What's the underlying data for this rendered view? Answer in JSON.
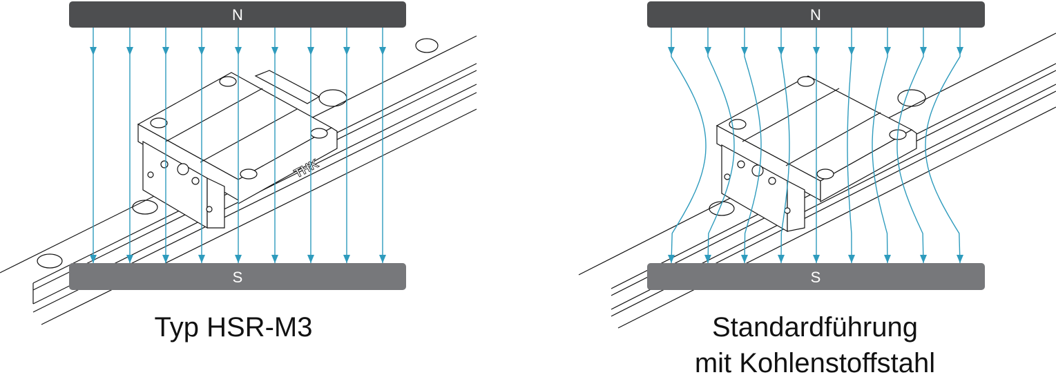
{
  "panels": [
    {
      "north_label": "N",
      "south_label": "S",
      "caption_lines": [
        "Typ HSR-M3"
      ],
      "block_brand": "THK",
      "field": "straight"
    },
    {
      "north_label": "N",
      "south_label": "S",
      "caption_lines": [
        "Standardführung",
        "mit Kohlenstoffstahl"
      ],
      "field": "distorted"
    }
  ],
  "colors": {
    "north_pole": "#4d4e50",
    "south_pole": "#77787b",
    "field_line": "#2e9bbd",
    "drawing": "#111111"
  }
}
